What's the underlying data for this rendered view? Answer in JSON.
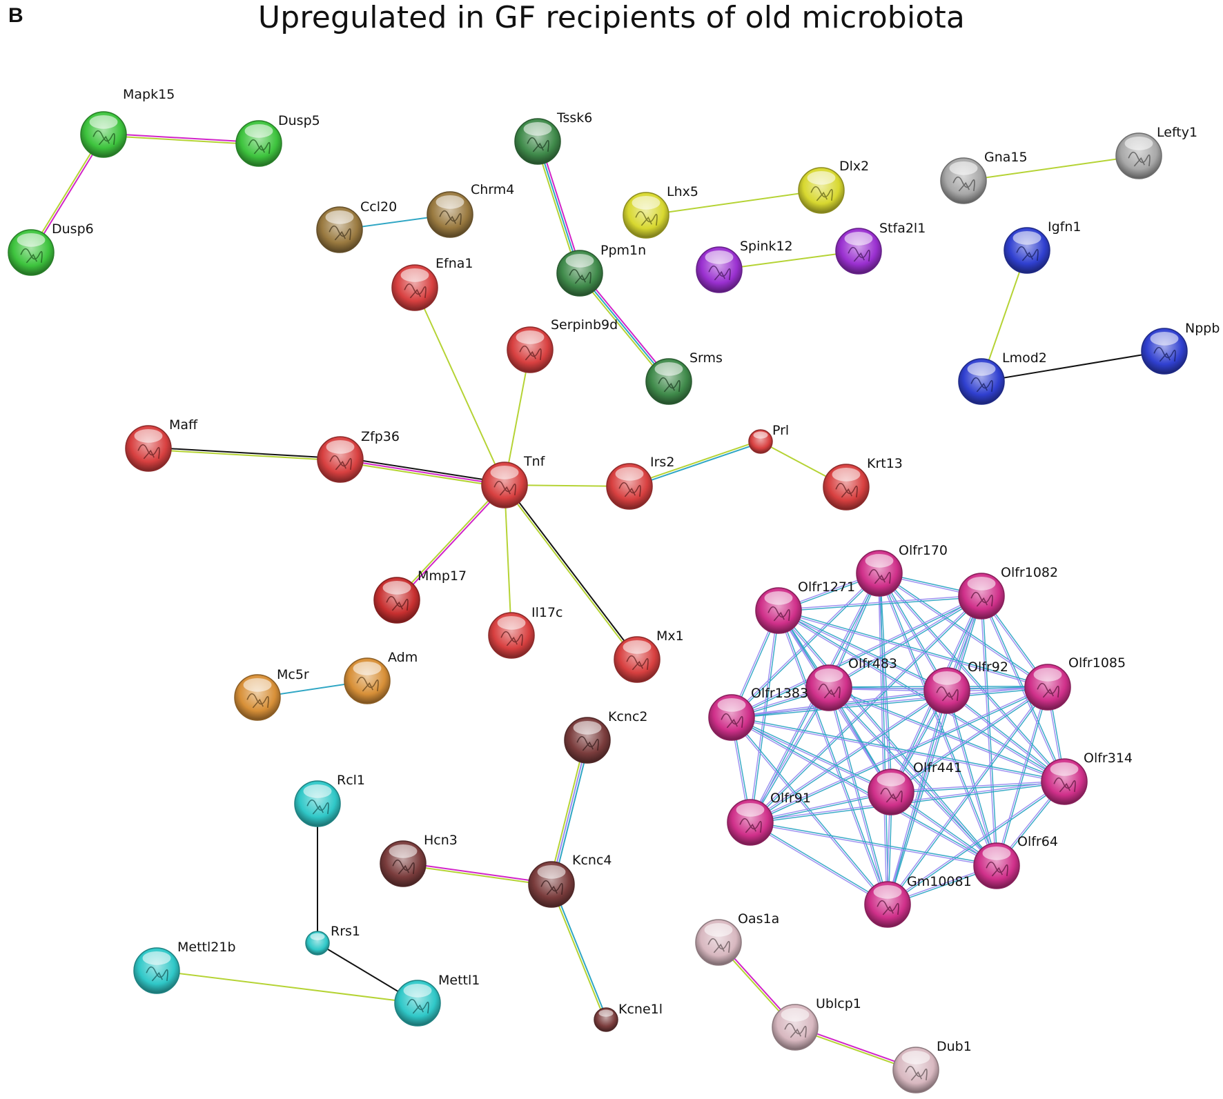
{
  "panel_letter": "B",
  "title": "Upregulated in GF recipients of old microbiota",
  "colors": {
    "text-mining": "#b5d334",
    "experiments": "#d124c8",
    "databases": "#2fa6c4",
    "co-expression": "#111111",
    "homology": "#9a8cf0"
  },
  "network": {
    "nodes": [
      {
        "id": "Mapk15",
        "label": "Mapk15",
        "color": "#3ec43e"
      },
      {
        "id": "Dusp5",
        "label": "Dusp5",
        "color": "#3ec43e"
      },
      {
        "id": "Dusp6",
        "label": "Dusp6",
        "color": "#3ec43e"
      },
      {
        "id": "Tssk6",
        "label": "Tssk6",
        "color": "#3f8a4a"
      },
      {
        "id": "Ppm1n",
        "label": "Ppm1n",
        "color": "#3f8a4a"
      },
      {
        "id": "Srms",
        "label": "Srms",
        "color": "#3f8a4a"
      },
      {
        "id": "Ccl20",
        "label": "Ccl20",
        "color": "#9a7a40"
      },
      {
        "id": "Chrm4",
        "label": "Chrm4",
        "color": "#9a7a40"
      },
      {
        "id": "Lhx5",
        "label": "Lhx5",
        "color": "#d8d830"
      },
      {
        "id": "Dlx2",
        "label": "Dlx2",
        "color": "#d8d830"
      },
      {
        "id": "Gna15",
        "label": "Gna15",
        "color": "#a8a8a8"
      },
      {
        "id": "Lefty1",
        "label": "Lefty1",
        "color": "#a8a8a8"
      },
      {
        "id": "Spink12",
        "label": "Spink12",
        "color": "#9a30d0"
      },
      {
        "id": "Stfa2l1",
        "label": "Stfa2l1",
        "color": "#9a30d0"
      },
      {
        "id": "Igfn1",
        "label": "Igfn1",
        "color": "#3040d0"
      },
      {
        "id": "Lmod2",
        "label": "Lmod2",
        "color": "#3040d0"
      },
      {
        "id": "Nppb",
        "label": "Nppb",
        "color": "#3040d0"
      },
      {
        "id": "Efna1",
        "label": "Efna1",
        "color": "#d84040"
      },
      {
        "id": "Serpinb9d",
        "label": "Serpinb9d",
        "color": "#d84040"
      },
      {
        "id": "Maff",
        "label": "Maff",
        "color": "#d84040"
      },
      {
        "id": "Zfp36",
        "label": "Zfp36",
        "color": "#d84040"
      },
      {
        "id": "Tnf",
        "label": "Tnf",
        "color": "#d84040"
      },
      {
        "id": "Irs2",
        "label": "Irs2",
        "color": "#d84040"
      },
      {
        "id": "Prl",
        "label": "Prl",
        "color": "#d84040"
      },
      {
        "id": "Krt13",
        "label": "Krt13",
        "color": "#d84040"
      },
      {
        "id": "Mmp17",
        "label": "Mmp17",
        "color": "#c83030"
      },
      {
        "id": "Il17c",
        "label": "Il17c",
        "color": "#d84040"
      },
      {
        "id": "Mx1",
        "label": "Mx1",
        "color": "#d84040"
      },
      {
        "id": "Mc5r",
        "label": "Mc5r",
        "color": "#d89038"
      },
      {
        "id": "Adm",
        "label": "Adm",
        "color": "#d89038"
      },
      {
        "id": "Olfr170",
        "label": "Olfr170",
        "color": "#d0308a"
      },
      {
        "id": "Olfr1082",
        "label": "Olfr1082",
        "color": "#d0308a"
      },
      {
        "id": "Olfr1271",
        "label": "Olfr1271",
        "color": "#d0308a"
      },
      {
        "id": "Olfr483",
        "label": "Olfr483",
        "color": "#d0308a"
      },
      {
        "id": "Olfr92",
        "label": "Olfr92",
        "color": "#d0308a"
      },
      {
        "id": "Olfr1085",
        "label": "Olfr1085",
        "color": "#d0308a"
      },
      {
        "id": "Olfr1383",
        "label": "Olfr1383",
        "color": "#d0308a"
      },
      {
        "id": "Olfr314",
        "label": "Olfr314",
        "color": "#d0308a"
      },
      {
        "id": "Olfr441",
        "label": "Olfr441",
        "color": "#d0308a"
      },
      {
        "id": "Olfr91",
        "label": "Olfr91",
        "color": "#d0308a"
      },
      {
        "id": "Olfr64",
        "label": "Olfr64",
        "color": "#d0308a"
      },
      {
        "id": "Gm10081",
        "label": "Gm10081",
        "color": "#d0308a"
      },
      {
        "id": "Kcnc2",
        "label": "Kcnc2",
        "color": "#7a3c3c"
      },
      {
        "id": "Hcn3",
        "label": "Hcn3",
        "color": "#7a3c3c"
      },
      {
        "id": "Kcnc4",
        "label": "Kcnc4",
        "color": "#7a3c3c"
      },
      {
        "id": "Kcne1l",
        "label": "Kcne1l",
        "color": "#7a3c3c"
      },
      {
        "id": "Rcl1",
        "label": "Rcl1",
        "color": "#30c8c8"
      },
      {
        "id": "Rrs1",
        "label": "Rrs1",
        "color": "#30c8c8"
      },
      {
        "id": "Mettl21b",
        "label": "Mettl21b",
        "color": "#30c8c8"
      },
      {
        "id": "Mettl1",
        "label": "Mettl1",
        "color": "#30c8c8"
      },
      {
        "id": "Oas1a",
        "label": "Oas1a",
        "color": "#d8b8c0"
      },
      {
        "id": "Ublcp1",
        "label": "Ublcp1",
        "color": "#d8b8c0"
      },
      {
        "id": "Dub1",
        "label": "Dub1",
        "color": "#d8b8c0"
      }
    ],
    "edges": [
      {
        "source": "Mapk15",
        "target": "Dusp5",
        "types": [
          "experiments",
          "text-mining"
        ]
      },
      {
        "source": "Mapk15",
        "target": "Dusp6",
        "types": [
          "experiments",
          "text-mining"
        ]
      },
      {
        "source": "Tssk6",
        "target": "Ppm1n",
        "types": [
          "experiments",
          "databases",
          "text-mining"
        ]
      },
      {
        "source": "Ppm1n",
        "target": "Srms",
        "types": [
          "experiments",
          "databases",
          "text-mining"
        ]
      },
      {
        "source": "Ccl20",
        "target": "Chrm4",
        "types": [
          "databases"
        ]
      },
      {
        "source": "Lhx5",
        "target": "Dlx2",
        "types": [
          "text-mining"
        ]
      },
      {
        "source": "Gna15",
        "target": "Lefty1",
        "types": [
          "text-mining"
        ]
      },
      {
        "source": "Spink12",
        "target": "Stfa2l1",
        "types": [
          "text-mining"
        ]
      },
      {
        "source": "Igfn1",
        "target": "Lmod2",
        "types": [
          "text-mining"
        ]
      },
      {
        "source": "Lmod2",
        "target": "Nppb",
        "types": [
          "co-expression"
        ]
      },
      {
        "source": "Efna1",
        "target": "Tnf",
        "types": [
          "text-mining"
        ]
      },
      {
        "source": "Serpinb9d",
        "target": "Tnf",
        "types": [
          "text-mining"
        ]
      },
      {
        "source": "Maff",
        "target": "Zfp36",
        "types": [
          "co-expression",
          "text-mining"
        ]
      },
      {
        "source": "Zfp36",
        "target": "Tnf",
        "types": [
          "co-expression",
          "experiments",
          "text-mining"
        ]
      },
      {
        "source": "Tnf",
        "target": "Irs2",
        "types": [
          "text-mining"
        ]
      },
      {
        "source": "Irs2",
        "target": "Prl",
        "types": [
          "text-mining",
          "databases"
        ]
      },
      {
        "source": "Prl",
        "target": "Krt13",
        "types": [
          "text-mining"
        ]
      },
      {
        "source": "Tnf",
        "target": "Mmp17",
        "types": [
          "experiments",
          "text-mining"
        ]
      },
      {
        "source": "Tnf",
        "target": "Il17c",
        "types": [
          "text-mining"
        ]
      },
      {
        "source": "Tnf",
        "target": "Mx1",
        "types": [
          "co-expression",
          "text-mining"
        ]
      },
      {
        "source": "Mc5r",
        "target": "Adm",
        "types": [
          "databases"
        ]
      },
      {
        "source": "Kcnc2",
        "target": "Kcnc4",
        "types": [
          "databases",
          "homology",
          "text-mining"
        ]
      },
      {
        "source": "Hcn3",
        "target": "Kcnc4",
        "types": [
          "experiments",
          "text-mining"
        ]
      },
      {
        "source": "Kcnc4",
        "target": "Kcne1l",
        "types": [
          "databases",
          "text-mining"
        ]
      },
      {
        "source": "Rcl1",
        "target": "Rrs1",
        "types": [
          "co-expression"
        ]
      },
      {
        "source": "Rrs1",
        "target": "Mettl1",
        "types": [
          "co-expression"
        ]
      },
      {
        "source": "Mettl21b",
        "target": "Mettl1",
        "types": [
          "text-mining"
        ]
      },
      {
        "source": "Oas1a",
        "target": "Ublcp1",
        "types": [
          "experiments",
          "text-mining"
        ]
      },
      {
        "source": "Ublcp1",
        "target": "Dub1",
        "types": [
          "experiments",
          "text-mining"
        ]
      }
    ],
    "olfactory_clique": {
      "members": [
        "Olfr170",
        "Olfr1082",
        "Olfr1271",
        "Olfr483",
        "Olfr92",
        "Olfr1085",
        "Olfr1383",
        "Olfr314",
        "Olfr441",
        "Olfr91",
        "Olfr64",
        "Gm10081"
      ],
      "types": [
        "databases",
        "homology"
      ]
    }
  }
}
